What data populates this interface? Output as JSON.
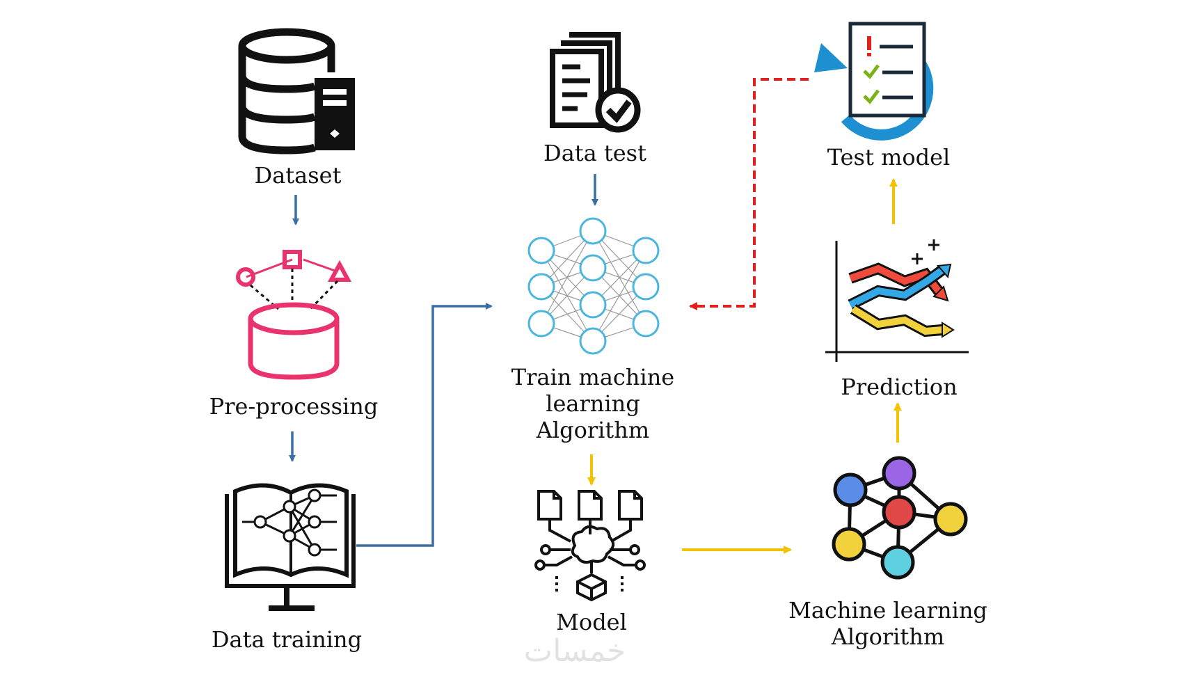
{
  "nodes": {
    "dataset": {
      "label": "Dataset",
      "icon": "database-server-icon"
    },
    "preprocessing": {
      "label": "Pre-processing",
      "icon": "preprocessing-database-icon"
    },
    "data_training": {
      "label": "Data training",
      "icon": "book-monitor-network-icon"
    },
    "data_test": {
      "label": "Data test",
      "icon": "document-check-icon"
    },
    "train_algorithm": {
      "label_lines": [
        "Train machine",
        "learning",
        "Algorithm"
      ],
      "icon": "neural-network-icon"
    },
    "model": {
      "label": "Model",
      "icon": "model-brain-circuit-icon"
    },
    "test_model": {
      "label": "Test model",
      "icon": "checklist-refresh-icon"
    },
    "prediction": {
      "label": "Prediction",
      "icon": "trend-chart-icon"
    },
    "ml_algorithm": {
      "label_lines": [
        "Machine learning",
        "Algorithm"
      ],
      "icon": "colored-network-icon"
    }
  },
  "edges": [
    {
      "from": "dataset",
      "to": "preprocessing",
      "style": "solid",
      "color": "#3a6ea5"
    },
    {
      "from": "preprocessing",
      "to": "data_training",
      "style": "solid",
      "color": "#3a6ea5"
    },
    {
      "from": "data_training",
      "to": "train_algorithm",
      "style": "solid",
      "color": "#3a6ea5"
    },
    {
      "from": "data_test",
      "to": "train_algorithm",
      "style": "solid",
      "color": "#3a6ea5"
    },
    {
      "from": "train_algorithm",
      "to": "model",
      "style": "solid",
      "color": "#f2c300"
    },
    {
      "from": "model",
      "to": "ml_algorithm",
      "style": "solid",
      "color": "#f2c300"
    },
    {
      "from": "ml_algorithm",
      "to": "prediction",
      "style": "solid",
      "color": "#f2c300"
    },
    {
      "from": "prediction",
      "to": "test_model",
      "style": "solid",
      "color": "#f2c300"
    },
    {
      "from": "test_model",
      "to": "train_algorithm",
      "style": "dashed",
      "color": "#e0221e"
    }
  ],
  "watermark": "خمسات",
  "colors": {
    "blue_arrow": "#3a6ea5",
    "yellow_arrow": "#f2c300",
    "red_dashed": "#e0221e",
    "pink": "#e8336d",
    "nn_node": "#4bb6dc",
    "refresh_blue": "#1e8fd0"
  }
}
